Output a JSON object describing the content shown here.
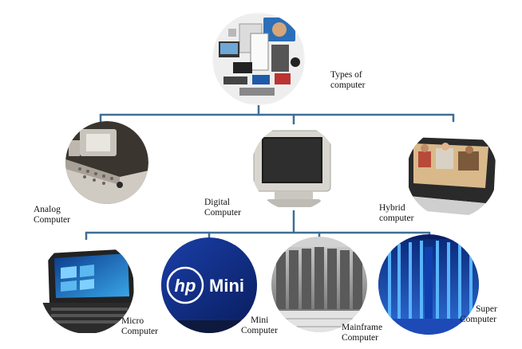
{
  "root": {
    "line1": "Types of",
    "line2": "computer",
    "icon": "computer-collage-icon"
  },
  "level1": [
    {
      "line1": "Analog",
      "line2": "Computer",
      "icon": "analog-computer-icon"
    },
    {
      "line1": "Digital",
      "line2": "Computer",
      "icon": "crt-monitor-icon"
    },
    {
      "line1": "Hybrid",
      "line2": "computer",
      "icon": "hybrid-computer-icon"
    }
  ],
  "level2": [
    {
      "line1": "Micro",
      "line2": "Computer",
      "icon": "laptop-icon"
    },
    {
      "line1": "Mini",
      "line2": "Computer",
      "icon": "hp-mini-icon",
      "logo_text": "Mini"
    },
    {
      "line1": "Mainframe",
      "line2": "Computer",
      "icon": "mainframe-icon"
    },
    {
      "line1": "Super",
      "line2": "Computer",
      "icon": "supercomputer-icon"
    }
  ],
  "colors": {
    "connector": "#3f6e96",
    "label_text": "#111111",
    "background": "#ffffff"
  }
}
